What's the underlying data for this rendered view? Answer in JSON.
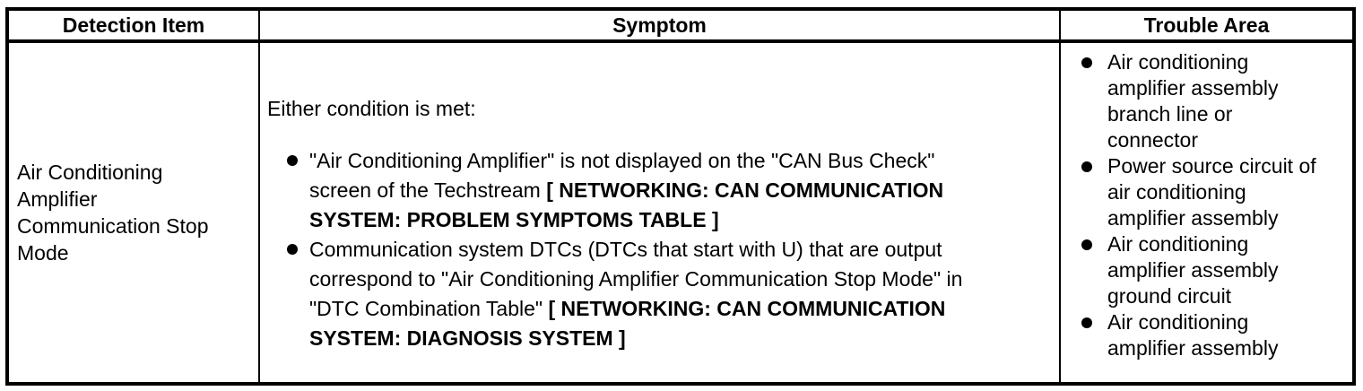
{
  "table": {
    "headers": [
      "Detection Item",
      "Symptom",
      "Trouble Area"
    ],
    "row": {
      "detection_item": "Air Conditioning Amplifier Communication Stop Mode",
      "symptom": {
        "intro": "Either condition is met:",
        "bullets": [
          {
            "text": "\"Air Conditioning Amplifier\" is not displayed on the \"CAN Bus Check\" screen of the Techstream ",
            "bold_ref": "[ NETWORKING: CAN COMMUNICATION SYSTEM: PROBLEM SYMPTOMS TABLE ]"
          },
          {
            "text": "Communication system DTCs (DTCs that start with U) that are output correspond to \"Air Conditioning Amplifier Communication Stop Mode\" in \"DTC Combination Table\" ",
            "bold_ref": "[ NETWORKING: CAN COMMUNICATION SYSTEM: DIAGNOSIS SYSTEM ]"
          }
        ]
      },
      "trouble_areas": [
        "Air conditioning amplifier assembly branch line or connector",
        "Power source circuit of air conditioning amplifier assembly",
        "Air conditioning amplifier assembly ground circuit",
        "Air conditioning amplifier assembly"
      ]
    },
    "colors": {
      "border": "#000000",
      "text": "#000000",
      "background": "#ffffff"
    }
  }
}
